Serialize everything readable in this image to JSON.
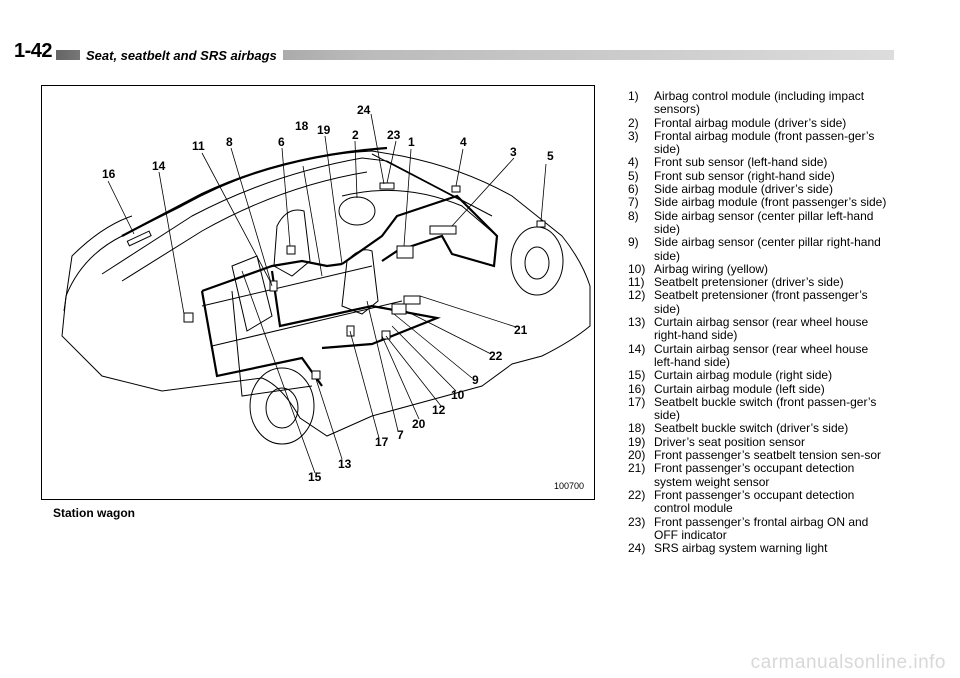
{
  "header": {
    "page_number": "1-42",
    "section_title": "Seat, seatbelt and SRS airbags"
  },
  "figure": {
    "code": "100700",
    "caption": "Station wagon",
    "callouts": [
      "16",
      "14",
      "11",
      "8",
      "6",
      "18",
      "19",
      "24",
      "2",
      "23",
      "1",
      "4",
      "3",
      "5",
      "21",
      "22",
      "9",
      "10",
      "12",
      "20",
      "7",
      "17",
      "13",
      "15"
    ]
  },
  "legend": [
    {
      "num": "1)",
      "text": "Airbag control module (including impact sensors)"
    },
    {
      "num": "2)",
      "text": "Frontal airbag module (driver’s side)"
    },
    {
      "num": "3)",
      "text": "Frontal airbag module (front passen-ger’s side)"
    },
    {
      "num": "4)",
      "text": "Front sub sensor (left-hand side)"
    },
    {
      "num": "5)",
      "text": "Front sub sensor (right-hand side)"
    },
    {
      "num": "6)",
      "text": "Side airbag module (driver’s side)"
    },
    {
      "num": "7)",
      "text": "Side airbag module (front passenger’s side)"
    },
    {
      "num": "8)",
      "text": "Side airbag sensor (center pillar left-hand side)"
    },
    {
      "num": "9)",
      "text": "Side airbag sensor (center pillar right-hand side)"
    },
    {
      "num": "10)",
      "text": "Airbag wiring (yellow)"
    },
    {
      "num": "11)",
      "text": "Seatbelt pretensioner (driver’s side)"
    },
    {
      "num": "12)",
      "text": "Seatbelt pretensioner (front passenger’s side)"
    },
    {
      "num": "13)",
      "text": "Curtain airbag sensor (rear wheel house right-hand side)"
    },
    {
      "num": "14)",
      "text": "Curtain airbag sensor (rear wheel house left-hand side)"
    },
    {
      "num": "15)",
      "text": "Curtain airbag module (right side)"
    },
    {
      "num": "16)",
      "text": "Curtain airbag module (left side)"
    },
    {
      "num": "17)",
      "text": "Seatbelt buckle switch (front passen-ger’s side)"
    },
    {
      "num": "18)",
      "text": "Seatbelt buckle switch (driver’s side)"
    },
    {
      "num": "19)",
      "text": "Driver’s seat position sensor"
    },
    {
      "num": "20)",
      "text": "Front passenger’s seatbelt tension sen-sor"
    },
    {
      "num": "21)",
      "text": "Front passenger’s occupant detection system weight sensor"
    },
    {
      "num": "22)",
      "text": "Front passenger’s occupant detection control module"
    },
    {
      "num": "23)",
      "text": "Front passenger’s frontal airbag ON and OFF indicator"
    },
    {
      "num": "24)",
      "text": "SRS airbag system warning light"
    }
  ],
  "watermark": "carmanualsonline.info"
}
